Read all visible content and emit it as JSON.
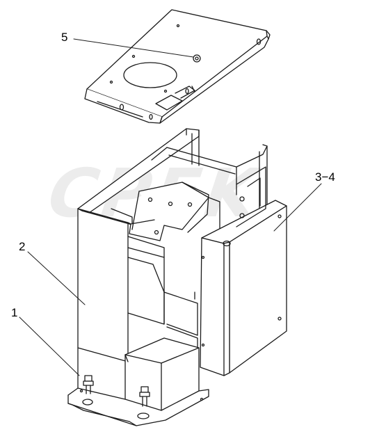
{
  "callouts": [
    {
      "id": "5",
      "label": "5"
    },
    {
      "id": "2",
      "label": "2"
    },
    {
      "id": "1",
      "label": "1"
    },
    {
      "id": "3-4",
      "label": "3−4"
    }
  ],
  "watermark": {
    "text": "CPFK",
    "color": "#c8c8c8"
  },
  "colors": {
    "line": "#1a1a1a",
    "shade": "#f2f2f2",
    "background": "#ffffff"
  }
}
